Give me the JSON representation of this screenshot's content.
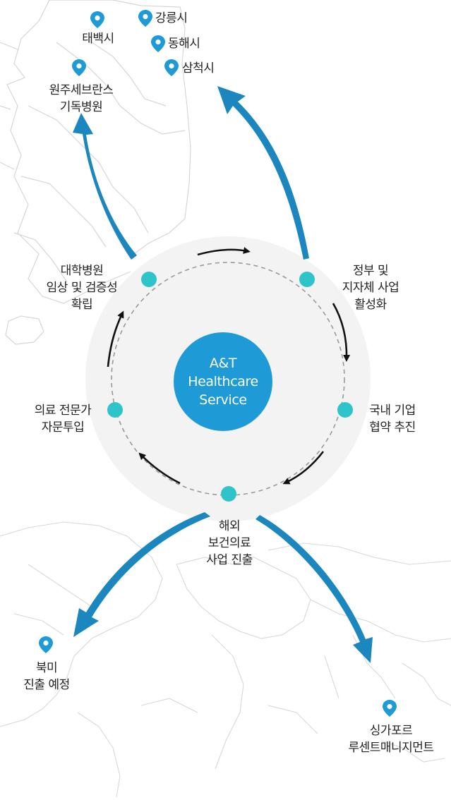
{
  "center": {
    "line1": "A&T",
    "line2": "Healthcare",
    "line3": "Service"
  },
  "cycle_stages": [
    {
      "id": "gov",
      "lines": [
        "정부 및",
        "지자체 사업",
        "활성화"
      ]
    },
    {
      "id": "domestic",
      "lines": [
        "국내 기업",
        "협약 추진"
      ]
    },
    {
      "id": "overseas",
      "lines": [
        "해외",
        "보건의료",
        "사업 진출"
      ]
    },
    {
      "id": "medical",
      "lines": [
        "의료 전문가",
        "자문투입"
      ]
    },
    {
      "id": "univ",
      "lines": [
        "대학병원",
        "임상 및 검증성",
        "확립"
      ]
    }
  ],
  "locations": {
    "taebaek": [
      "태백시"
    ],
    "gangneung": [
      "강릉시"
    ],
    "donghae": [
      "동해시"
    ],
    "samcheok": [
      "삼척시"
    ],
    "wonju": [
      "원주세브란스",
      "기독병원"
    ],
    "north_america": [
      "북미",
      "진출 예정"
    ],
    "singapore": [
      "싱가포르",
      "루센트매니지먼트"
    ]
  },
  "colors": {
    "accent_blue": "#1e9ad6",
    "dot_teal": "#2ec4c9",
    "arrow_blue": "#1c86bf",
    "halo_gray": "#f3f3f3",
    "map_line": "#d8d8d8"
  },
  "icons": {
    "pin": "map-pin-icon"
  }
}
